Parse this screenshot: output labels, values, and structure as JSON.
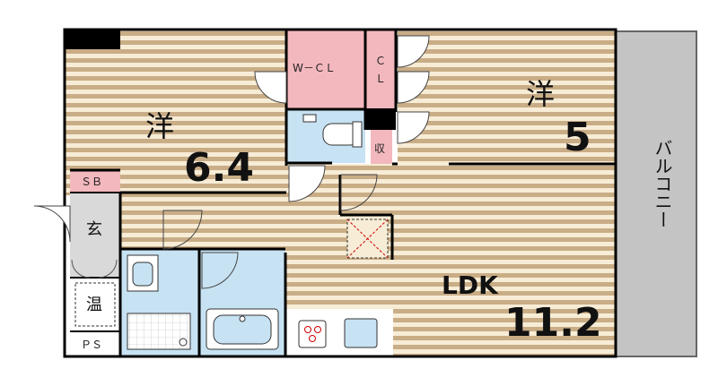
{
  "rooms": {
    "western_left": {
      "type_label": "洋",
      "size_label": "6.4"
    },
    "western_right": {
      "type_label": "洋",
      "size_label": "5"
    },
    "ldk": {
      "type_label": "LDK",
      "size_label": "11.2"
    },
    "walk_in_closet": {
      "label": "W－ＣＬ"
    },
    "closet": {
      "line1": "Ｃ",
      "line2": "Ｌ"
    },
    "storage": {
      "label": "収"
    },
    "shoe_box": {
      "label": "ＳＢ"
    },
    "entrance": {
      "label": "玄"
    },
    "water_heater": {
      "label": "温"
    },
    "pipe_space": {
      "label": "ＰＳ"
    },
    "balcony": {
      "label": "バルコニー"
    }
  },
  "colors": {
    "floor_stripe_light": "#f7ecd6",
    "floor_stripe_dark": "#c9ad86",
    "closet_pink": "#f3b8bd",
    "wet_area_blue": "#c7e2f2",
    "balcony_gray": "#c4c4c4",
    "entrance_gray": "#d9d9d9",
    "wall": "#000000"
  }
}
